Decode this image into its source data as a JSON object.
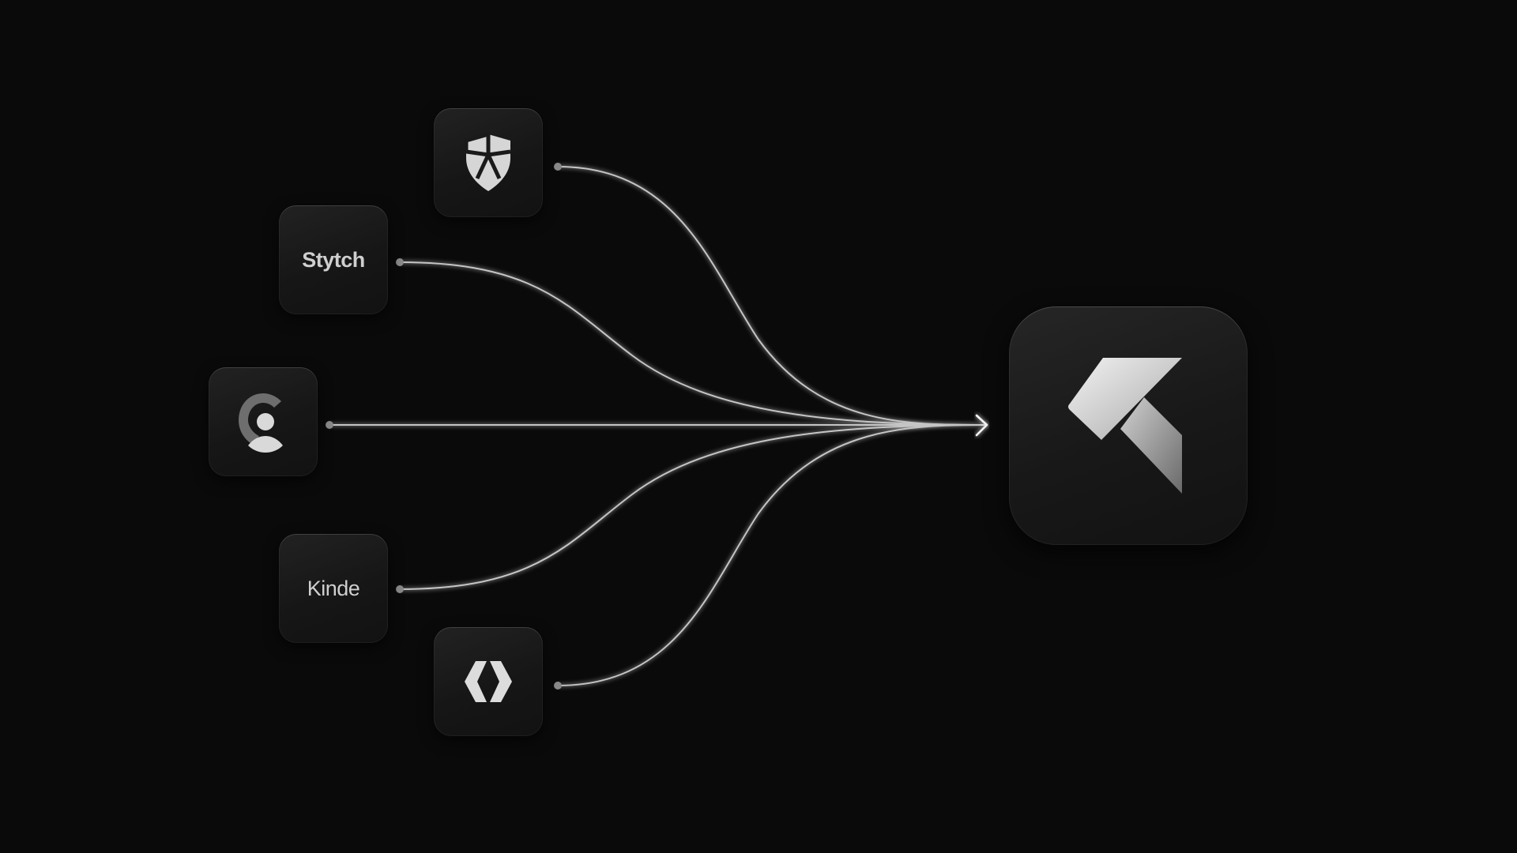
{
  "diagram": {
    "sources": [
      {
        "id": "shield-provider",
        "label": "",
        "icon": "shield-logo-icon"
      },
      {
        "id": "stytch",
        "label": "Stytch",
        "icon": ""
      },
      {
        "id": "clerk",
        "label": "",
        "icon": "user-c-logo-icon"
      },
      {
        "id": "kinde",
        "label": "Kinde",
        "icon": ""
      },
      {
        "id": "diamond-provider",
        "label": "",
        "icon": "diamond-logo-icon"
      }
    ],
    "target": {
      "id": "target-app",
      "label": "",
      "icon": "k-logo-icon"
    },
    "colors": {
      "background": "#0a0a0a",
      "line": "#e8e8e8",
      "tile": "#1a1a1a",
      "logo": "#d8d8d8"
    }
  }
}
